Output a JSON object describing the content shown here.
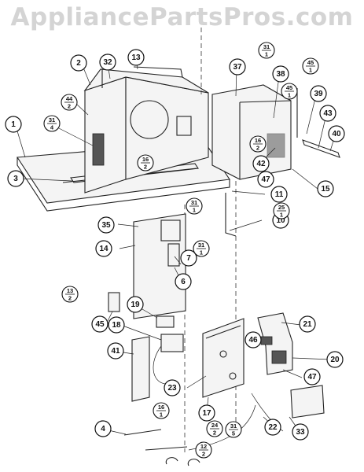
{
  "watermark": "AppliancePartsPros.com",
  "callouts": [
    {
      "id": "c1",
      "label": "1"
    },
    {
      "id": "c2",
      "label": "2"
    },
    {
      "id": "c3",
      "label": "3"
    },
    {
      "id": "c4",
      "label": "4"
    },
    {
      "id": "c6",
      "label": "6"
    },
    {
      "id": "c7",
      "label": "7"
    },
    {
      "id": "c10",
      "label": "10"
    },
    {
      "id": "c11",
      "label": "11"
    },
    {
      "id": "c13",
      "label": "13"
    },
    {
      "id": "c14",
      "label": "14"
    },
    {
      "id": "c15",
      "label": "15"
    },
    {
      "id": "c17",
      "label": "17"
    },
    {
      "id": "c18",
      "label": "18"
    },
    {
      "id": "c19",
      "label": "19"
    },
    {
      "id": "c20",
      "label": "20"
    },
    {
      "id": "c21",
      "label": "21"
    },
    {
      "id": "c22",
      "label": "22"
    },
    {
      "id": "c23",
      "label": "23"
    },
    {
      "id": "c32",
      "label": "32"
    },
    {
      "id": "c33",
      "label": "33"
    },
    {
      "id": "c35",
      "label": "35"
    },
    {
      "id": "c37",
      "label": "37"
    },
    {
      "id": "c38",
      "label": "38"
    },
    {
      "id": "c39",
      "label": "39"
    },
    {
      "id": "c40",
      "label": "40"
    },
    {
      "id": "c41",
      "label": "41"
    },
    {
      "id": "c42",
      "label": "42"
    },
    {
      "id": "c43",
      "label": "43"
    },
    {
      "id": "c45",
      "label": "45"
    },
    {
      "id": "c46",
      "label": "46"
    },
    {
      "id": "c47a",
      "label": "47"
    },
    {
      "id": "c47b",
      "label": "47"
    }
  ],
  "fractions": [
    {
      "id": "f44",
      "top": "44",
      "bottom": "2"
    },
    {
      "id": "f31a",
      "top": "31",
      "bottom": "4"
    },
    {
      "id": "f31b",
      "top": "31",
      "bottom": "1"
    },
    {
      "id": "f45",
      "top": "45",
      "bottom": "1"
    },
    {
      "id": "f45b",
      "top": "45",
      "bottom": "1"
    },
    {
      "id": "f16a",
      "top": "16",
      "bottom": "2"
    },
    {
      "id": "f16b",
      "top": "16",
      "bottom": "2"
    },
    {
      "id": "f31c",
      "top": "31",
      "bottom": "1"
    },
    {
      "id": "f25",
      "top": "25",
      "bottom": "1"
    },
    {
      "id": "f31d",
      "top": "31",
      "bottom": "1"
    },
    {
      "id": "f13",
      "top": "13",
      "bottom": "2"
    },
    {
      "id": "f16c",
      "top": "16",
      "bottom": "1"
    },
    {
      "id": "f24",
      "top": "24",
      "bottom": "2"
    },
    {
      "id": "f31e",
      "top": "31",
      "bottom": "5"
    },
    {
      "id": "f12",
      "top": "12",
      "bottom": "2"
    }
  ]
}
